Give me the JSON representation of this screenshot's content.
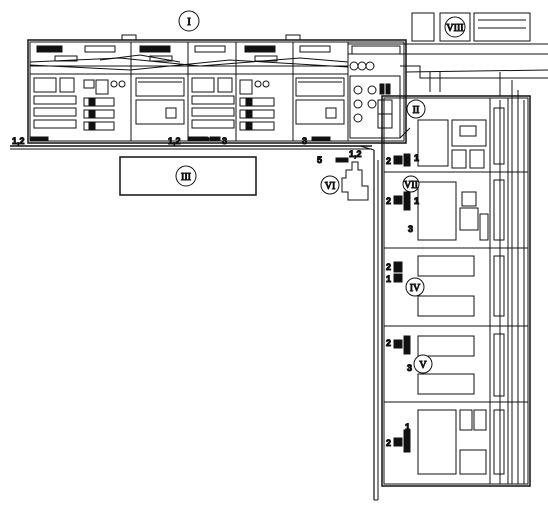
{
  "diagram": {
    "colors": {
      "ink": "#111111",
      "paper": "#ffffff"
    },
    "roman_labels": {
      "I": "I",
      "II": "II",
      "III": "III",
      "IV": "IV",
      "V": "V",
      "VI": "VI",
      "VII": "VII",
      "VIII": "VIII"
    },
    "numeric_labels": {
      "top_left": "1,2",
      "top_mid": "1,2",
      "top_mid_3": "3",
      "top_right_3": "3",
      "corner_12": "1,2",
      "corner_5": "5",
      "b2_2": "2",
      "b2_1": "1",
      "b3_2": "2",
      "b3_1": "1",
      "b3_3": "3",
      "b4_2": "2",
      "b4_1": "1",
      "b5_2": "2",
      "b5_3": "3",
      "b6_1": "1",
      "b6_2": "2"
    }
  }
}
